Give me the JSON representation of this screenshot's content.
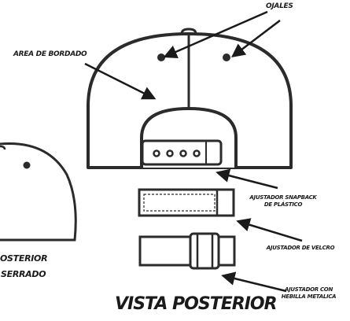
{
  "labels": {
    "ojales": "OJALES",
    "area_bordado": "AREA DE BORDADO",
    "ajustador_snapback_1": "AJUSTADOR SNAPBACK",
    "ajustador_snapback_2": "DE PLÁSTICO",
    "ajustador_velcro": "AJUSTADOR DE VELCRO",
    "ajustador_hebilla_1": "AJUSTADOR CON",
    "ajustador_hebilla_2": "HEBILLA METALICA",
    "vista_posterior": "VISTA POSTERIOR",
    "left_partial_1": "OSTERIOR",
    "left_partial_2": "SERRADO"
  },
  "colors": {
    "stroke": "#2b2b2b",
    "label": "#1a1a1a",
    "background": "#ffffff"
  }
}
